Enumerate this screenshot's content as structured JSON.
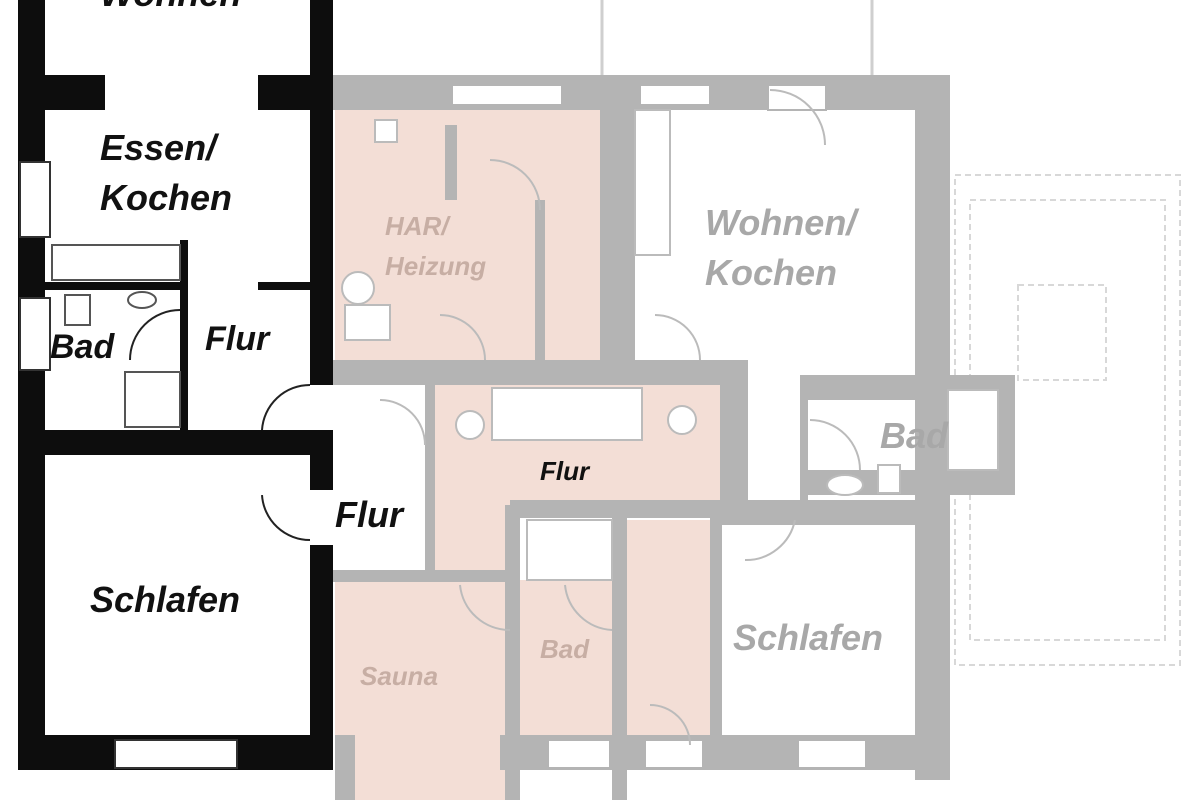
{
  "colors": {
    "black_walls": "#0d0d0d",
    "gray_walls": "#b4b4b4",
    "pink_fill": "#f3ded6",
    "dashed": "#d8d8d8"
  },
  "left_unit": {
    "wohnen": "Wohnen",
    "essen_1": "Essen/",
    "essen_2": "Kochen",
    "bad": "Bad",
    "flur": "Flur",
    "flur2": "Flur",
    "schlafen": "Schlafen"
  },
  "right_unit": {
    "har_1": "HAR/",
    "har_2": "Heizung",
    "wohnen_1": "Wohnen/",
    "wohnen_2": "Kochen",
    "flur": "Flur",
    "bad": "Bad",
    "schlafen": "Schlafen",
    "sauna": "Sauna",
    "bad2": "Bad"
  }
}
